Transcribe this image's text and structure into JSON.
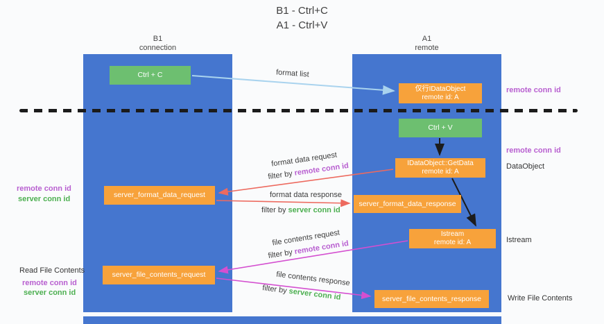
{
  "title": {
    "line1": "B1 - Ctrl+C",
    "line2": "A1 - Ctrl+V"
  },
  "lanes": {
    "left": {
      "name": "B1",
      "role": "connection"
    },
    "right": {
      "name": "A1",
      "role": "remote"
    }
  },
  "nodes": {
    "ctrl_c": {
      "label": "Ctrl + C"
    },
    "ctrl_v": {
      "label": "Ctrl + V"
    },
    "fake_dataobject": {
      "line1": "仅行IDataObject",
      "line2": "remote id: A"
    },
    "getdata": {
      "line1": "IDataObject::GetData",
      "line2": "remote id: A"
    },
    "istream": {
      "line1": "Istream",
      "line2": "remote id: A"
    },
    "format_request": {
      "label": "server_format_data_request"
    },
    "format_response": {
      "label": "server_format_data_response"
    },
    "file_request": {
      "label": "server_file_contents_request"
    },
    "file_response": {
      "label": "server_file_contents_response"
    }
  },
  "edges": {
    "format_list": {
      "label": "format list"
    },
    "format_data_request": {
      "label": "format data request",
      "filter_prefix": "filter by ",
      "filter_key": "remote conn id"
    },
    "format_data_response": {
      "label": "format data response",
      "filter_prefix": "filter by ",
      "filter_key": "server conn id"
    },
    "file_contents_request": {
      "label": "file contents request",
      "filter_prefix": "filter by ",
      "filter_key": "remote conn id"
    },
    "file_contents_response": {
      "label": "file contents response",
      "filter_prefix": "filter by ",
      "filter_key": "server conn id"
    }
  },
  "side_labels": {
    "right_remote_conn_top": "remote conn id",
    "right_remote_conn_mid": "remote conn id",
    "right_dataobject": "DataObject",
    "right_istream": "Istream",
    "right_write_file": "Write File Contents",
    "left_remote_conn_1": "remote conn id",
    "left_server_conn_1": "server conn id",
    "left_read_file": "Read File Contents",
    "left_remote_conn_2": "remote conn id",
    "left_server_conn_2": "server conn id"
  },
  "colors": {
    "lane_blue": "#4576cf",
    "box_orange": "#f7a23b",
    "button_green": "#6dbf70",
    "remote_purple": "#b85fd0",
    "server_green": "#4caf50",
    "arrow_salmon": "#ed6a5f",
    "arrow_magenta": "#d44fd0",
    "arrow_lightblue": "#a9d3ee",
    "arrow_black": "#1c1c1c"
  }
}
